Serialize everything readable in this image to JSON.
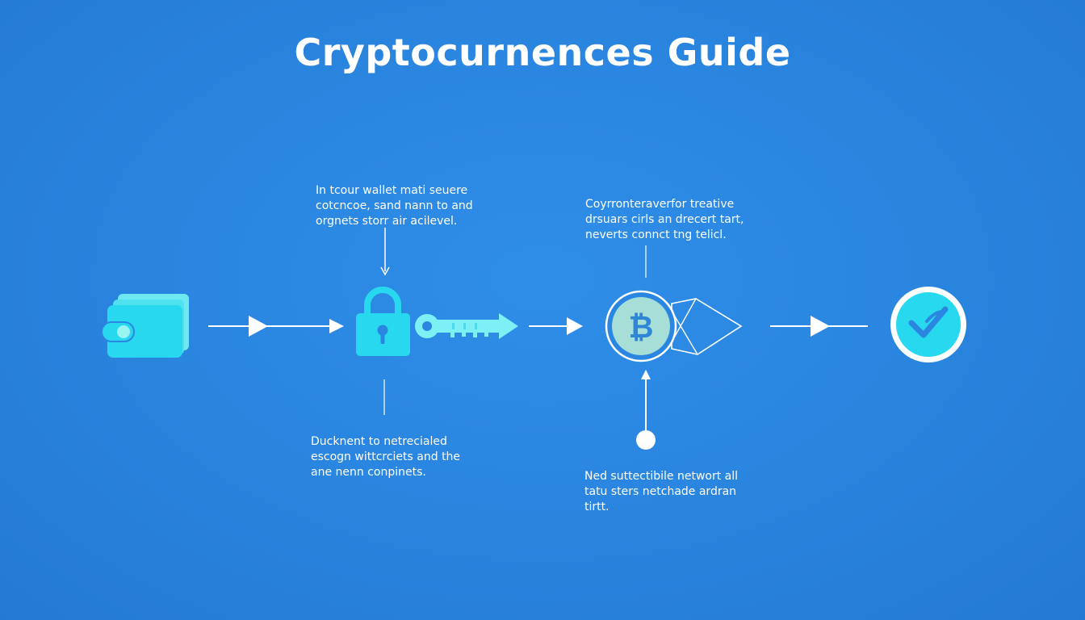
{
  "title": "Cryptocurnences Guide",
  "colors": {
    "background": "#2a86e0",
    "accent": "#28d8ee",
    "accent_light": "#7cf0f4",
    "line": "#ffffff",
    "coin_fill": "#a7dfd8",
    "coin_symbol": "#2f86d6"
  },
  "icons": [
    "wallet-icon",
    "padlock-icon",
    "key-icon",
    "bitcoin-coin-icon",
    "gem-icon",
    "checkmark-badge-icon"
  ],
  "notes": {
    "top_left": [
      "In tcour wallet mati seuere",
      "cotcncoe, sand nann to and",
      "orgnets storr air acilevel."
    ],
    "top_right": [
      "Coyrronteraverfor treative",
      "drsuars cirls an drecert tart,",
      "neverts connct tng telicl."
    ],
    "bottom_left": [
      "Ducknent to netrecialed",
      "escogn wittcrciets and the",
      "ane nenn conpinets."
    ],
    "bottom_right": [
      "Ned suttectibile networt all",
      "tatu sters netchade ardran",
      "tirtt."
    ]
  }
}
